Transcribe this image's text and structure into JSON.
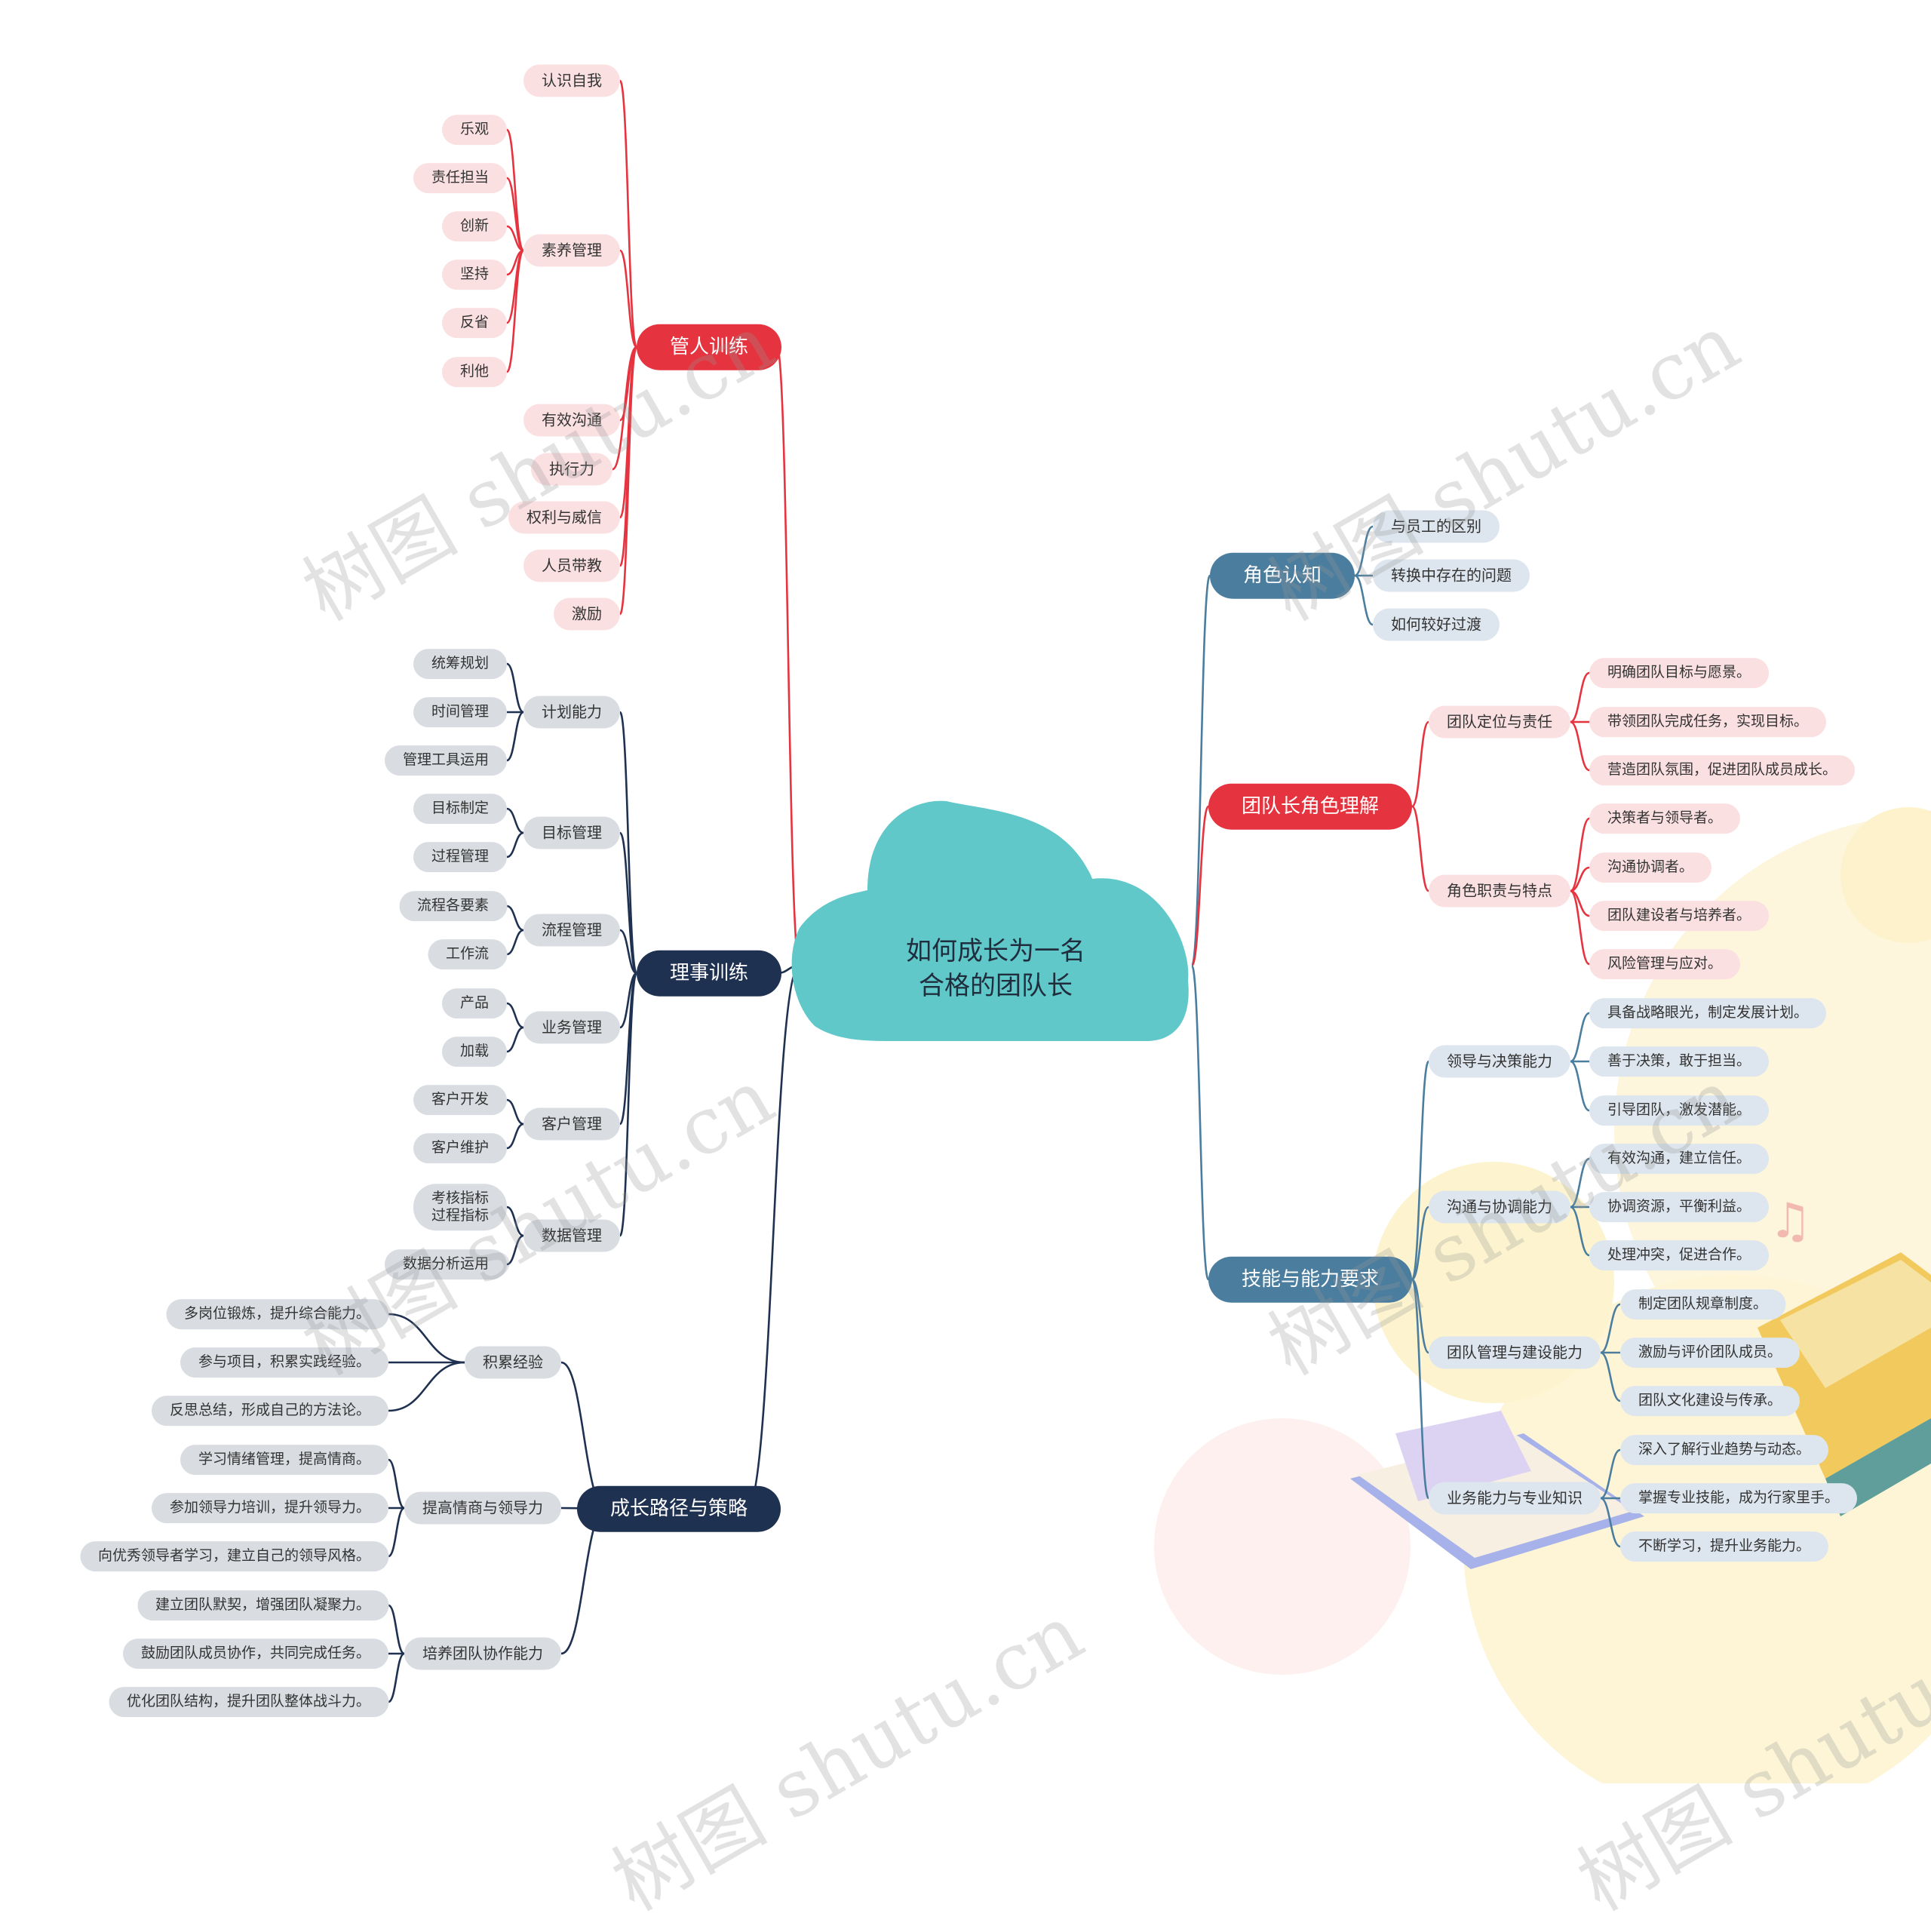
{
  "watermark": "树图 shutu.cn",
  "colors": {
    "red": "#e5343f",
    "navy": "#1f3150",
    "steel": "#4a7d9e",
    "cloud": "#61c8ca",
    "pink": "#fbe0e2",
    "gray": "#d9dde2",
    "lightblue": "#dde6ee"
  },
  "center": {
    "line1": "如何成长为一名",
    "line2": "合格的团队长"
  },
  "left_branches": [
    {
      "label": "管人训练",
      "color": "red",
      "children": [
        {
          "label": "认识自我"
        },
        {
          "label": "素养管理",
          "children": [
            "乐观",
            "责任担当",
            "创新",
            "坚持",
            "反省",
            "利他"
          ]
        },
        {
          "label": "有效沟通"
        },
        {
          "label": "执行力"
        },
        {
          "label": "权利与威信"
        },
        {
          "label": "人员带教"
        },
        {
          "label": "激励"
        }
      ]
    },
    {
      "label": "理事训练",
      "color": "navy",
      "children": [
        {
          "label": "计划能力",
          "children": [
            "统筹规划",
            "时间管理",
            "管理工具运用"
          ]
        },
        {
          "label": "目标管理",
          "children": [
            "目标制定",
            "过程管理"
          ]
        },
        {
          "label": "流程管理",
          "children": [
            "流程各要素",
            "工作流"
          ]
        },
        {
          "label": "业务管理",
          "children": [
            "产品",
            "加载"
          ]
        },
        {
          "label": "客户管理",
          "children": [
            "客户开发",
            "客户维护"
          ]
        },
        {
          "label": "数据管理",
          "children": [
            "考核指标\n过程指标",
            "数据分析运用"
          ]
        }
      ]
    },
    {
      "label": "成长路径与策略",
      "color": "navy",
      "children": [
        {
          "label": "积累经验",
          "children": [
            "多岗位锻炼，提升综合能力。",
            "参与项目，积累实践经验。",
            "反思总结，形成自己的方法论。"
          ]
        },
        {
          "label": "提高情商与领导力",
          "children": [
            "学习情绪管理，提高情商。",
            "参加领导力培训，提升领导力。",
            "向优秀领导者学习，建立自己的领导风格。"
          ]
        },
        {
          "label": "培养团队协作能力",
          "children": [
            "建立团队默契，增强团队凝聚力。",
            "鼓励团队成员协作，共同完成任务。",
            "优化团队结构，提升团队整体战斗力。"
          ]
        }
      ]
    }
  ],
  "right_branches": [
    {
      "label": "角色认知",
      "color": "steel",
      "children": [
        {
          "label": "与员工的区别"
        },
        {
          "label": "转换中存在的问题"
        },
        {
          "label": "如何较好过渡"
        }
      ]
    },
    {
      "label": "团队长角色理解",
      "color": "red",
      "children": [
        {
          "label": "团队定位与责任",
          "children": [
            "明确团队目标与愿景。",
            "带领团队完成任务，实现目标。",
            "营造团队氛围，促进团队成员成长。"
          ]
        },
        {
          "label": "角色职责与特点",
          "children": [
            "决策者与领导者。",
            "沟通协调者。",
            "团队建设者与培养者。",
            "风险管理与应对。"
          ]
        }
      ]
    },
    {
      "label": "技能与能力要求",
      "color": "steel",
      "children": [
        {
          "label": "领导与决策能力",
          "children": [
            "具备战略眼光，制定发展计划。",
            "善于决策，敢于担当。",
            "引导团队，激发潜能。"
          ]
        },
        {
          "label": "沟通与协调能力",
          "children": [
            "有效沟通，建立信任。",
            "协调资源，平衡利益。",
            "处理冲突，促进合作。"
          ]
        },
        {
          "label": "团队管理与建设能力",
          "children": [
            "制定团队规章制度。",
            "激励与评价团队成员。",
            "团队文化建设与传承。"
          ]
        },
        {
          "label": "业务能力与专业知识",
          "children": [
            "深入了解行业趋势与动态。",
            "掌握专业技能，成为行家里手。",
            "不断学习，提升业务能力。"
          ]
        }
      ]
    }
  ]
}
